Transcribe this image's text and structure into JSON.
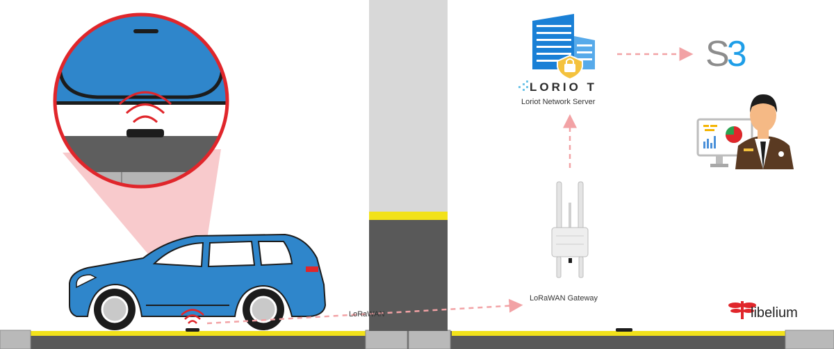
{
  "labels": {
    "lorawan_link": "LoRaWAN",
    "gateway": "LoRaWAN Gateway",
    "server": "Loriot Network Server",
    "loriot_logo": "LORIO T",
    "libelium_logo": "libelium",
    "s3_logo_left": "S",
    "s3_logo_right": "3"
  },
  "icons": [
    "car-icon",
    "parking-sensor-icon",
    "magnifier-icon",
    "pillar-icon",
    "gateway-antenna-icon",
    "building-icon",
    "padlock-icon",
    "operator-icon",
    "monitor-icon",
    "dragonfly-icon",
    "signal-waves-icon",
    "arrow-icon"
  ],
  "colors": {
    "sensor_signal": "#e0262b",
    "link_arrow": "#f2a2a5",
    "car_body": "#2f86cb",
    "building": "#1a80d6",
    "curb_yellow": "#f2e21b",
    "road": "#595959",
    "pillar_top": "#d8d8d8"
  }
}
